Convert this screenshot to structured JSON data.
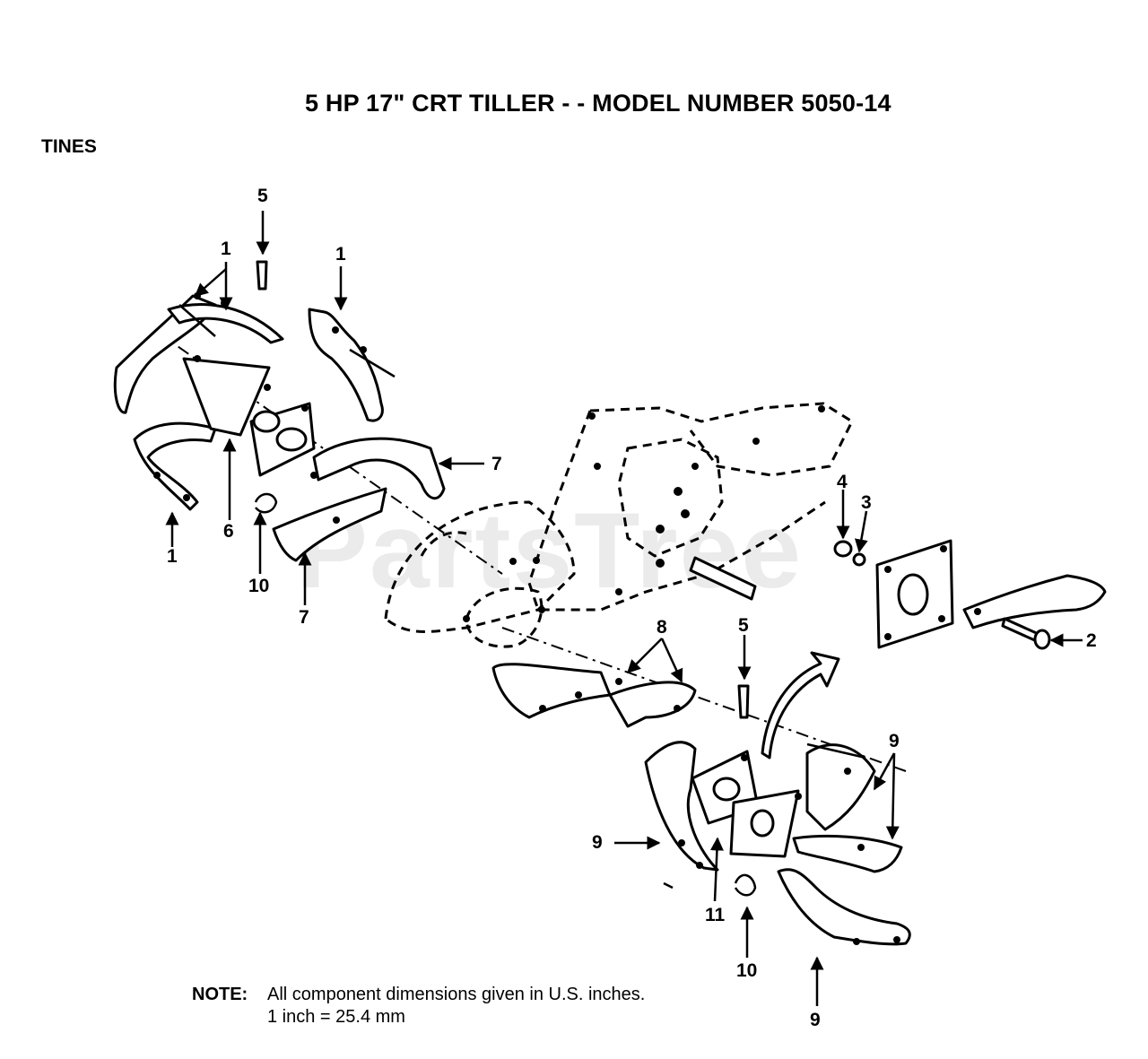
{
  "title": "5 HP  17\" CRT TILLER - - MODEL NUMBER 5050-14",
  "section": "TINES",
  "watermark": "PartsTree",
  "note": {
    "label": "NOTE:",
    "line1": "All component dimensions given in U.S. inches.",
    "line2": "1 inch = 25.4 mm"
  },
  "callouts": {
    "c1a": "1",
    "c1b": "1",
    "c1c": "1",
    "c2": "2",
    "c3": "3",
    "c4": "4",
    "c5a": "5",
    "c5b": "5",
    "c6": "6",
    "c7a": "7",
    "c7b": "7",
    "c8": "8",
    "c9a": "9",
    "c9b": "9",
    "c9c": "9",
    "c10a": "10",
    "c10b": "10",
    "c11": "11"
  }
}
